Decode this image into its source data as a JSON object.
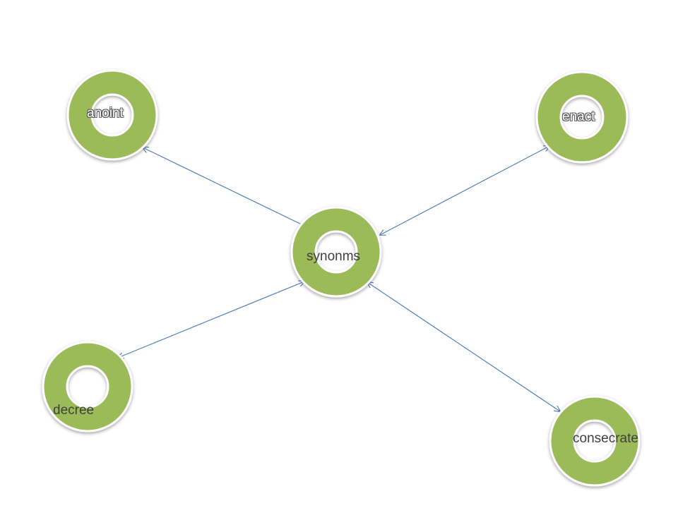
{
  "diagram": {
    "center": {
      "label": "synonms"
    },
    "nodes": [
      {
        "label": "anoint"
      },
      {
        "label": "enact"
      },
      {
        "label": "decree"
      },
      {
        "label": "consecrate"
      }
    ]
  },
  "colors": {
    "ring": "#9bbb59",
    "ring_border": "#ffffff",
    "connector": "#4f81bd"
  }
}
